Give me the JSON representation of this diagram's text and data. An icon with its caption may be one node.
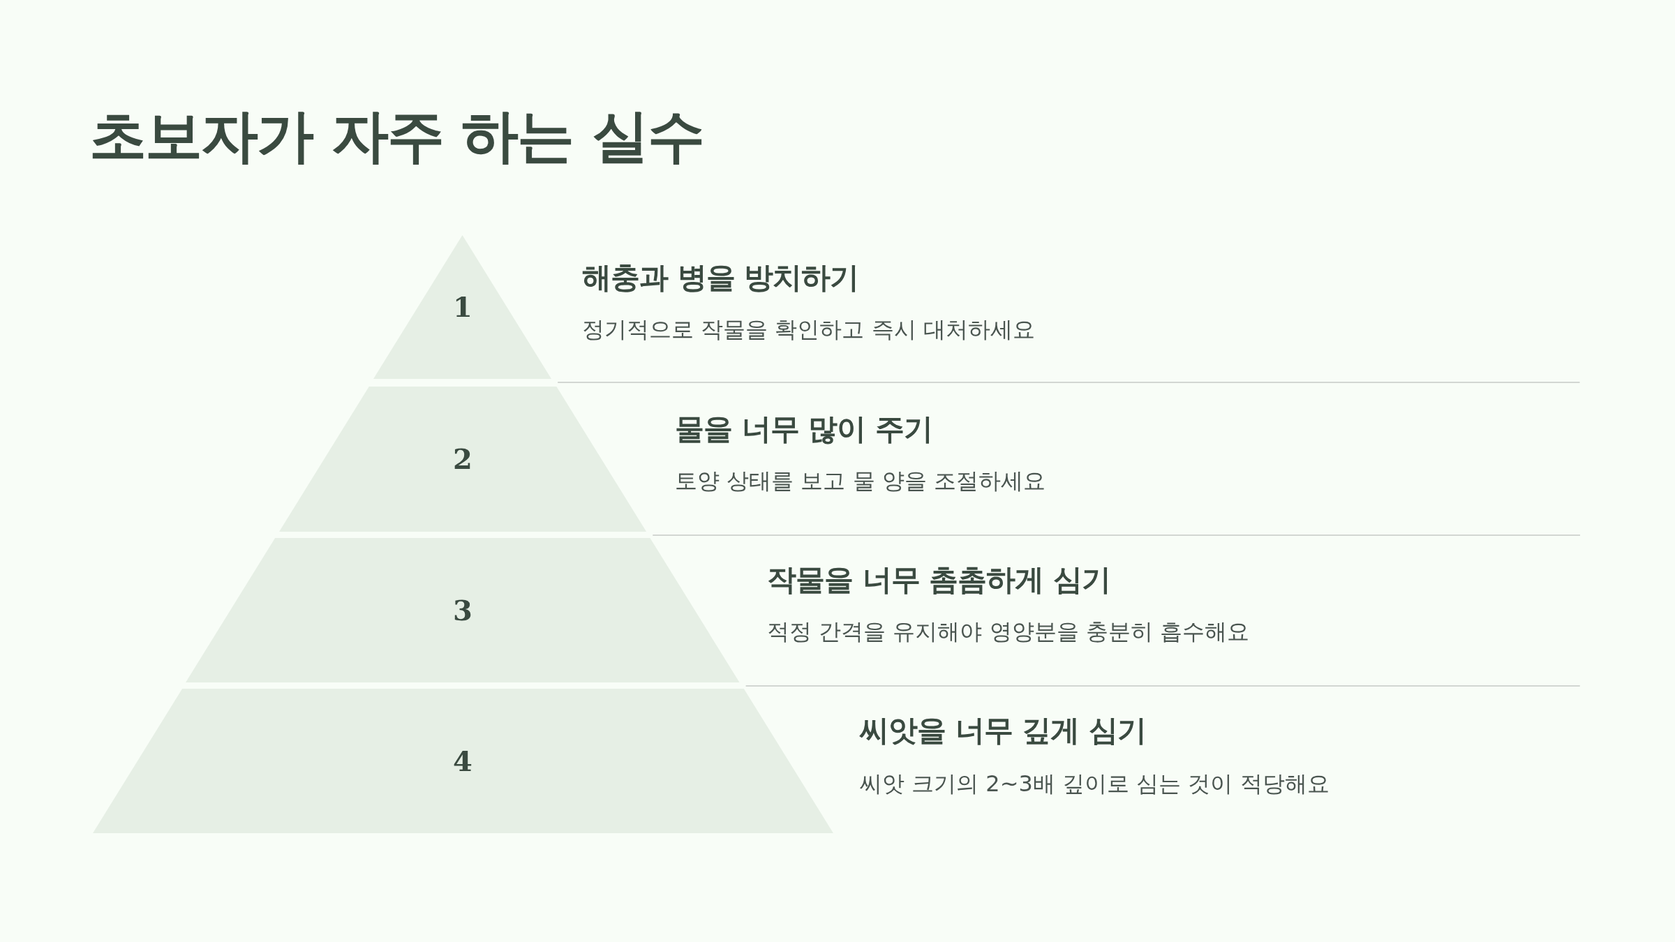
{
  "diagram": {
    "title": "초보자가 자주 하는 실수",
    "nodes": [
      {
        "text": [
          "1",
          "해충과 병을 방치하기",
          "정기적으로 작물을 확인하고 즉시 대처하세요"
        ]
      },
      {
        "text": [
          "2",
          "물을 너무 많이 주기",
          "토양 상태를 보고 물 양을 조절하세요"
        ]
      },
      {
        "text": [
          "3",
          "작물을 너무 촘촘하게 심기",
          "적정 간격을 유지해야 영양분을 충분히 흡수해요"
        ]
      },
      {
        "text": [
          "4",
          "씨앗을 너무 깊게 심기",
          "씨앗 크기의 2~3배 깊이로 심는 것이 적당해요"
        ]
      }
    ]
  }
}
